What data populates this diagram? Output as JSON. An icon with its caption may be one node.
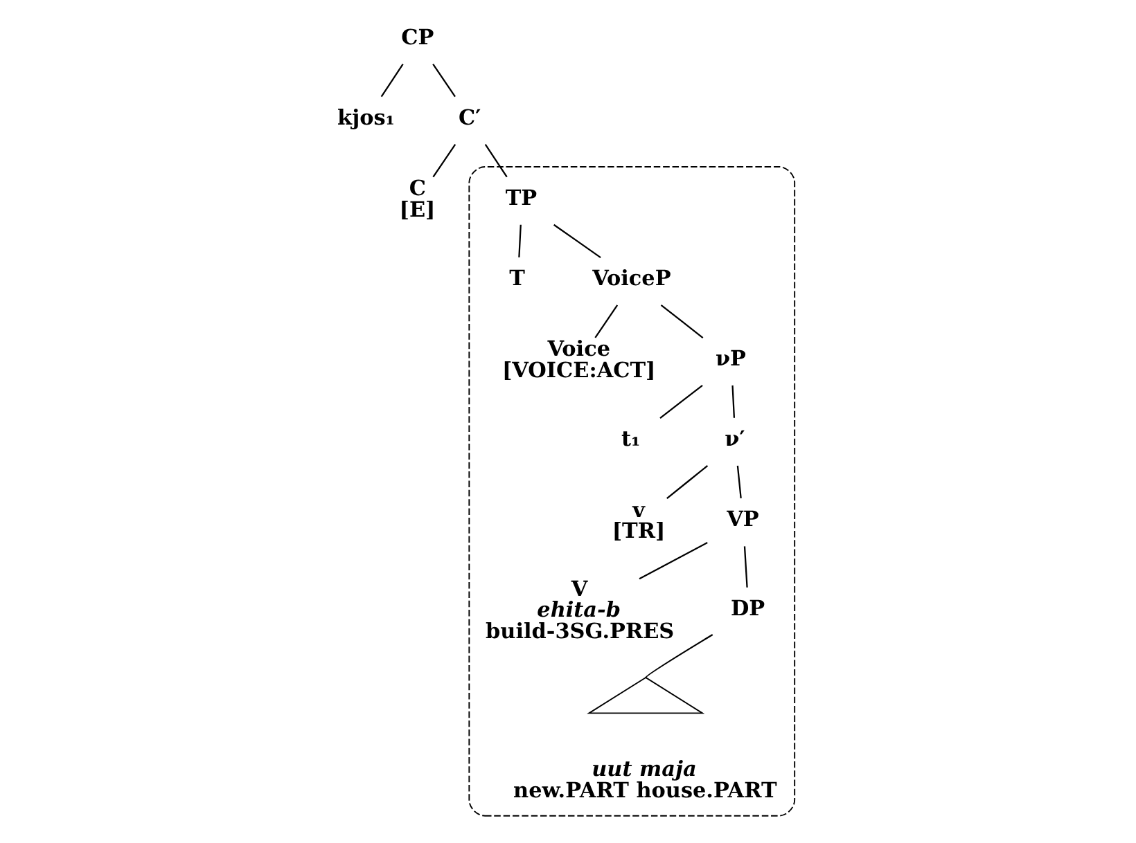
{
  "diagram": {
    "nodes": [
      {
        "text": [
          "CP"
        ]
      },
      {
        "text": [
          "kjos₁"
        ]
      },
      {
        "text": [
          "C′"
        ]
      },
      {
        "text": [
          "C",
          "[E]"
        ]
      },
      {
        "text": [],
        "shape": "box"
      },
      {
        "text": [
          "TP"
        ],
        "in": 4
      },
      {
        "text": [
          "T"
        ],
        "in": 4
      },
      {
        "text": [
          "VoiceP"
        ],
        "in": 4
      },
      {
        "text": [
          "Voice",
          "[VOICE:ACT]"
        ],
        "in": 4
      },
      {
        "text": [
          "νP"
        ],
        "in": 4
      },
      {
        "text": [
          "t₁"
        ],
        "in": 4
      },
      {
        "text": [
          "ν′"
        ],
        "in": 4
      },
      {
        "text": [
          "v",
          "[TR]"
        ],
        "in": 4
      },
      {
        "text": [
          "VP"
        ],
        "in": 4
      },
      {
        "text": [
          "V",
          "ehita-b",
          "build-3SG.PRES"
        ],
        "in": 4
      },
      {
        "text": [
          "DP"
        ],
        "in": 4
      },
      {
        "text": [],
        "shape": "triangle",
        "in": 4,
        "beside": [
          "uut maja",
          "new.PART house.PART"
        ]
      }
    ],
    "edges": [
      {
        "from": 0,
        "to": 1,
        "arrow": "none"
      },
      {
        "from": 0,
        "to": 2,
        "arrow": "none"
      },
      {
        "from": 2,
        "to": 3,
        "arrow": "none"
      },
      {
        "from": 2,
        "to": 5,
        "arrow": "none"
      },
      {
        "from": 5,
        "to": 6,
        "arrow": "none"
      },
      {
        "from": 5,
        "to": 7,
        "arrow": "none"
      },
      {
        "from": 7,
        "to": 8,
        "arrow": "none"
      },
      {
        "from": 7,
        "to": 9,
        "arrow": "none"
      },
      {
        "from": 9,
        "to": 10,
        "arrow": "none"
      },
      {
        "from": 9,
        "to": 11,
        "arrow": "none"
      },
      {
        "from": 11,
        "to": 12,
        "arrow": "none"
      },
      {
        "from": 11,
        "to": 13,
        "arrow": "none"
      },
      {
        "from": 13,
        "to": 14,
        "arrow": "none"
      },
      {
        "from": 13,
        "to": 15,
        "arrow": "none"
      },
      {
        "from": 15,
        "to": 16,
        "arrow": "none"
      }
    ]
  }
}
